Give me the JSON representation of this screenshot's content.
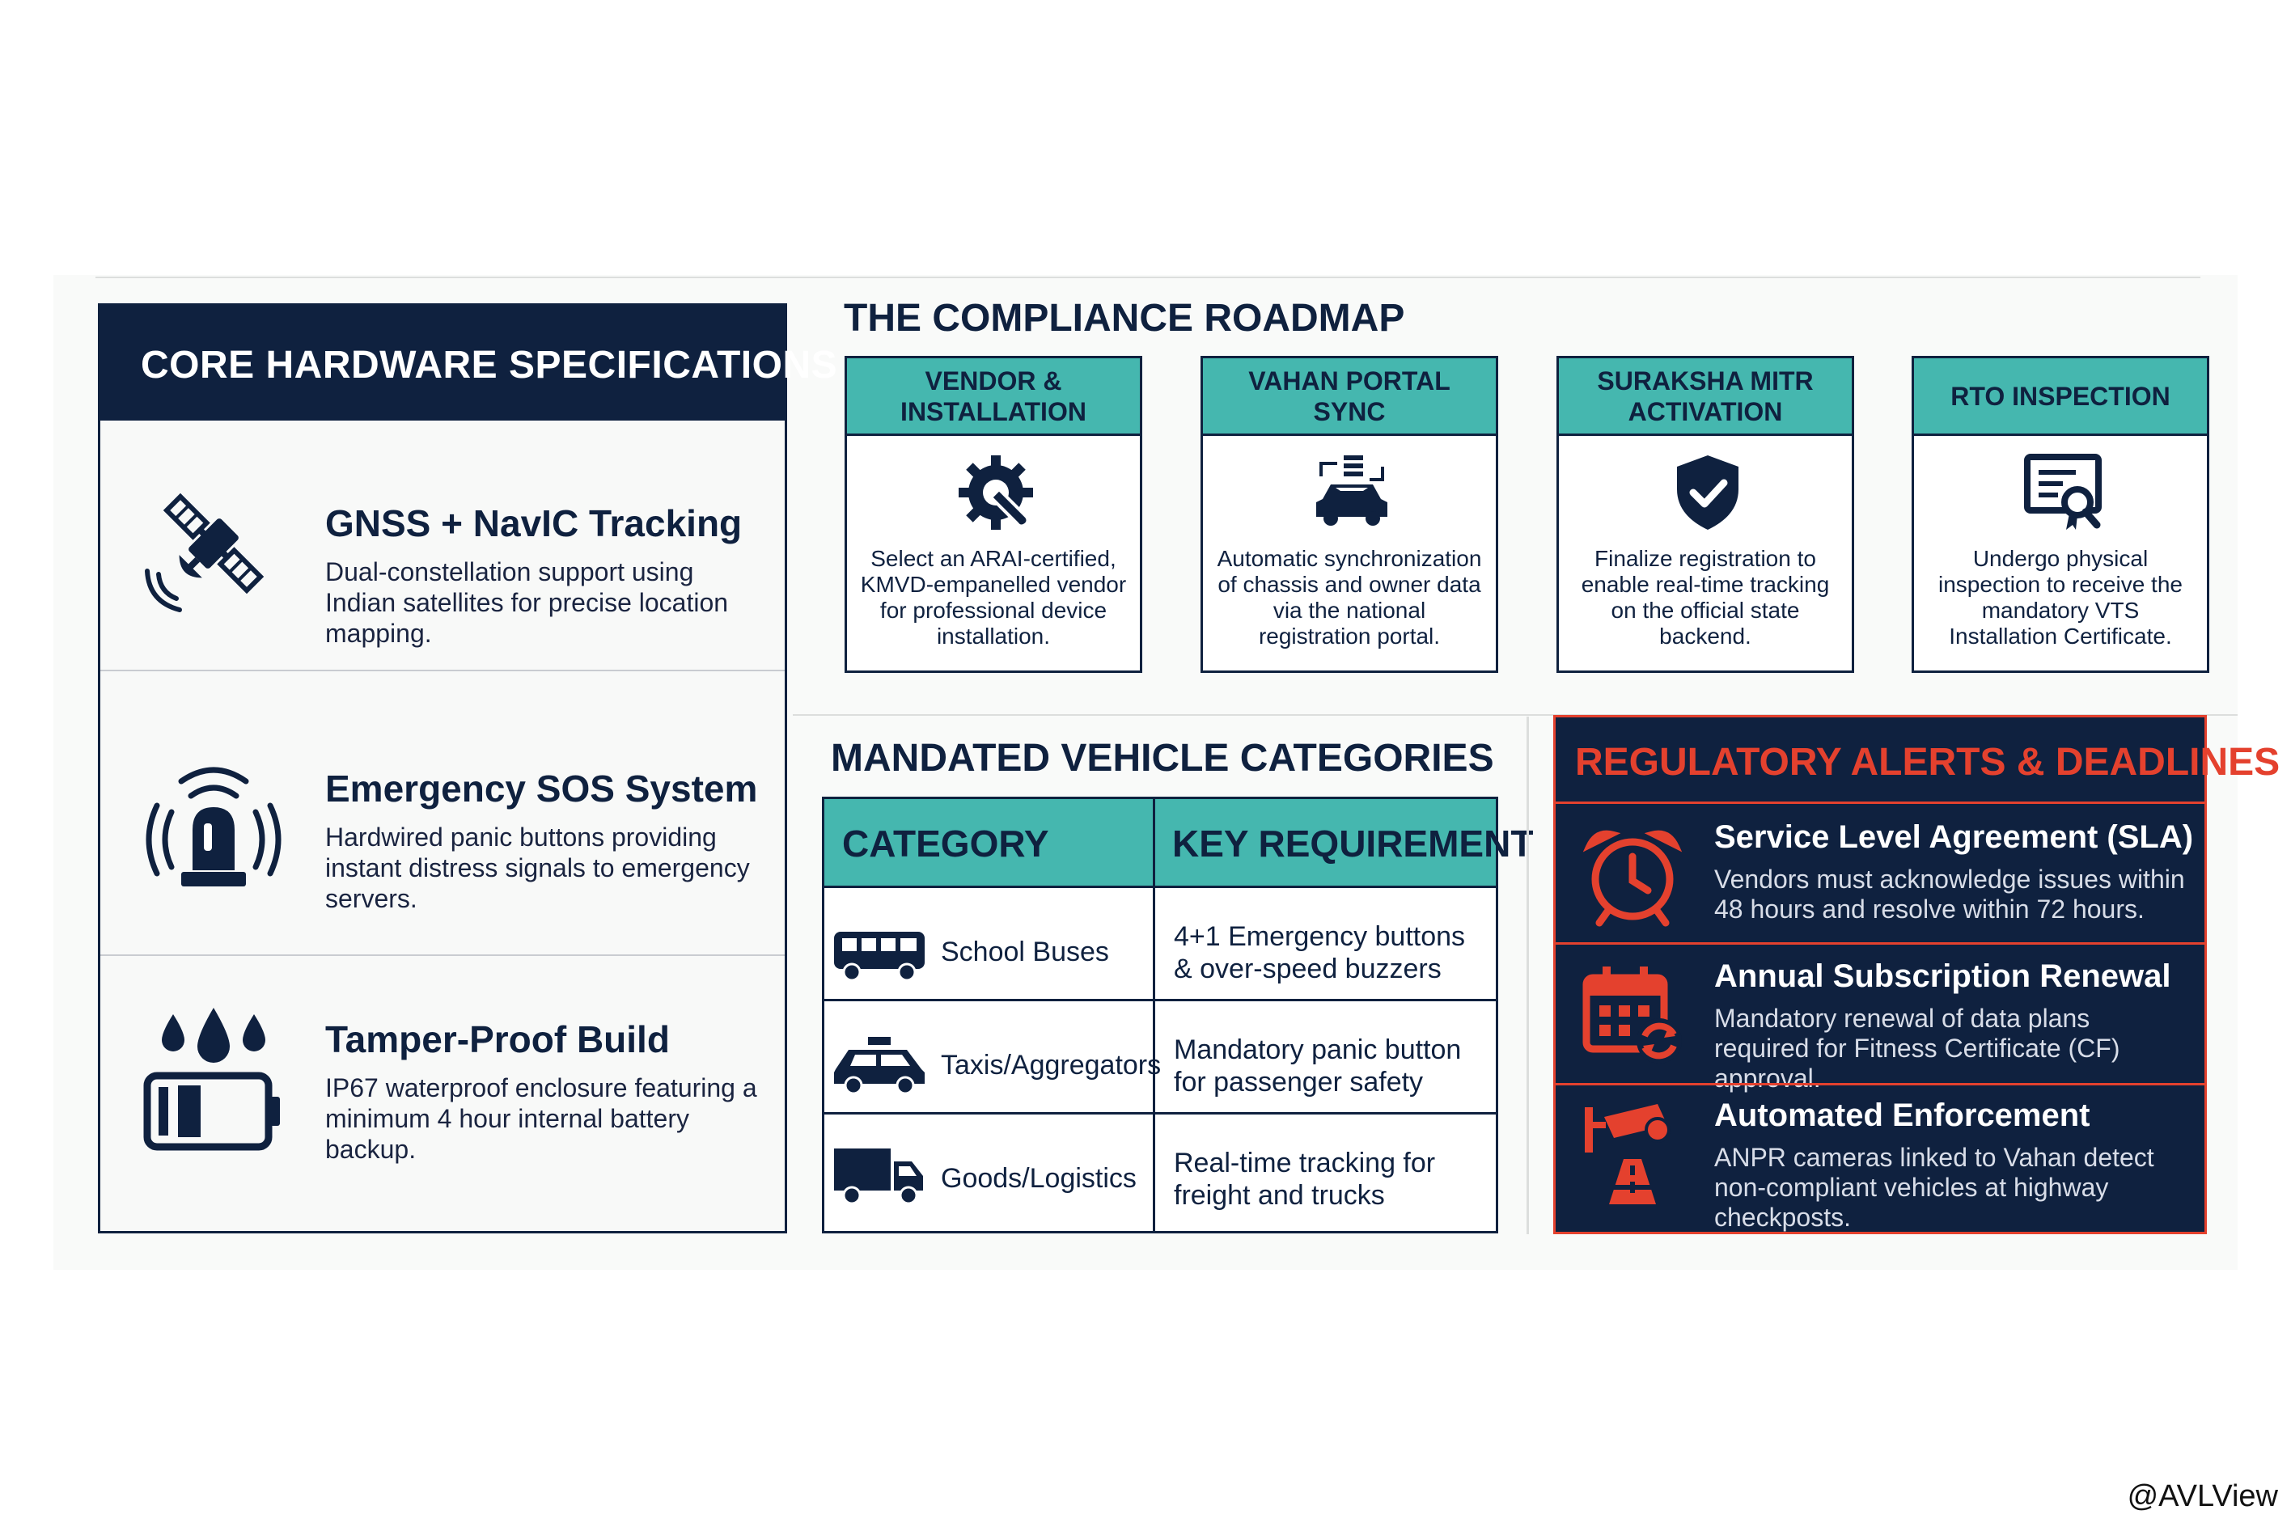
{
  "core": {
    "title": "CORE HARDWARE SPECIFICATIONS",
    "items": [
      {
        "name": "GNSS + NavIC Tracking",
        "desc": "Dual-constellation support using Indian satellites for precise location mapping.",
        "icon": "satellite-icon"
      },
      {
        "name": "Emergency SOS System",
        "desc": "Hardwired panic buttons providing instant distress signals to emergency servers.",
        "icon": "siren-icon"
      },
      {
        "name": "Tamper-Proof Build",
        "desc": "IP67 waterproof enclosure featuring a minimum 4 hour internal battery backup.",
        "icon": "waterproof-battery-icon"
      }
    ]
  },
  "roadmap": {
    "title": "THE COMPLIANCE ROADMAP",
    "steps": [
      {
        "line1": "VENDOR &",
        "line2": "INSTALLATION",
        "desc": "Select an ARAI-certified, KMVD-empanelled vendor for professional device installation.",
        "icon": "gear-wrench-icon"
      },
      {
        "line1": "VAHAN PORTAL",
        "line2": "SYNC",
        "desc": "Automatic synchronization of chassis and owner data via the national registration portal.",
        "icon": "car-sync-icon"
      },
      {
        "line1": "SURAKSHA MITR",
        "line2": "ACTIVATION",
        "desc": "Finalize registration to enable real-time tracking on the official state backend.",
        "icon": "shield-check-icon"
      },
      {
        "line1": "RTO INSPECTION",
        "line2": "",
        "desc": "Undergo physical inspection to receive the mandatory VTS Installation Certificate.",
        "icon": "certificate-search-icon"
      }
    ]
  },
  "vehicles": {
    "title": "MANDATED VEHICLE CATEGORIES",
    "col_category": "CATEGORY",
    "col_requirement": "KEY REQUIREMENT",
    "rows": [
      {
        "category": "School Buses",
        "requirement": "4+1 Emergency buttons & over-speed buzzers",
        "icon": "bus-icon"
      },
      {
        "category": "Taxis/Aggregators",
        "requirement": "Mandatory panic button for passenger safety",
        "icon": "taxi-icon"
      },
      {
        "category": "Goods/Logistics",
        "requirement": "Real-time tracking for freight and trucks",
        "icon": "truck-icon"
      }
    ]
  },
  "alerts": {
    "title": "REGULATORY ALERTS & DEADLINES",
    "items": [
      {
        "name": "Service Level Agreement (SLA)",
        "desc": "Vendors must acknowledge issues within 48 hours and resolve within 72 hours.",
        "icon": "alarm-clock-icon"
      },
      {
        "name": "Annual Subscription Renewal",
        "desc": "Mandatory renewal of data plans required for Fitness Certificate (CF) approval.",
        "icon": "calendar-renew-icon"
      },
      {
        "name": "Automated Enforcement",
        "desc": "ANPR cameras linked to Vahan detect non-compliant vehicles at highway checkposts.",
        "icon": "camera-road-icon"
      }
    ]
  },
  "colors": {
    "navy": "#0f213f",
    "teal": "#45b7af",
    "red": "#e4412e"
  },
  "watermark": "@AVLView"
}
